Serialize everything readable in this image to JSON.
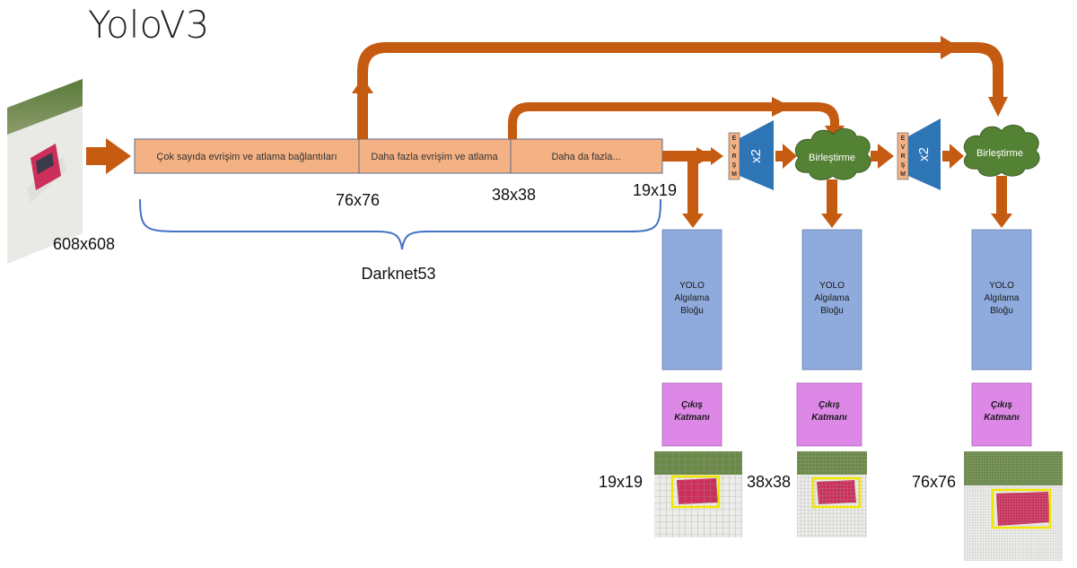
{
  "title": "YoloV3",
  "input": {
    "size_label": "608x608"
  },
  "backbone": {
    "stages": [
      {
        "label": "Çok sayıda evrişim ve atlama bağlantıları"
      },
      {
        "label": "Daha fazla evrişim ve atlama"
      },
      {
        "label": "Daha da fazla..."
      }
    ],
    "scale_labels": [
      "76x76",
      "38x38",
      "19x19"
    ],
    "name": "Darknet53"
  },
  "upsample": {
    "factor_label": "x2",
    "conv_letters": [
      "E",
      "V",
      "R",
      "Ş",
      "M"
    ]
  },
  "concat_label": "Birleştirme",
  "detection_block": {
    "lines": [
      "YOLO",
      "Algılama",
      "Bloğu"
    ]
  },
  "output_block": {
    "lines": [
      "Çıkış",
      "Katmanı"
    ]
  },
  "outputs": [
    {
      "scale_label": "19x19"
    },
    {
      "scale_label": "38x38"
    },
    {
      "scale_label": "76x76"
    }
  ],
  "colors": {
    "arrow": "#c55a11",
    "stage_fill": "#f4b183",
    "upsample_fill": "#2e75b6",
    "concat_fill": "#548235",
    "detection_fill": "#8faadc",
    "output_fill": "#dd88e6",
    "brace": "#4472c4"
  }
}
